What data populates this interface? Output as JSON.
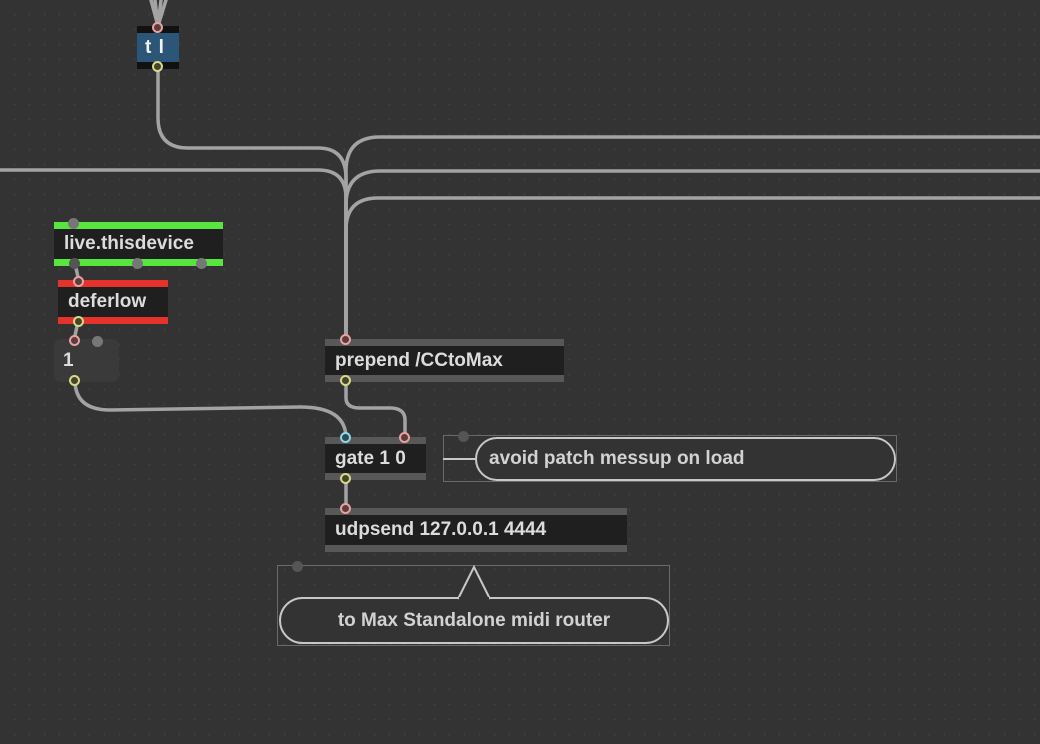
{
  "objects": {
    "trigger": "t l",
    "thisdevice": "live.thisdevice",
    "deferlow": "deferlow",
    "prepend": "prepend /CCtoMax",
    "gate": "gate 1 0",
    "udpsend": "udpsend 127.0.0.1 4444"
  },
  "messages": {
    "one": "1"
  },
  "comments": {
    "avoid": "avoid patch messup on load",
    "router": "to Max Standalone midi router"
  },
  "colors": {
    "canvas": "#333333",
    "object_body": "#1f1f1f",
    "object_border": "#585858",
    "live_green": "#57e53e",
    "defer_red": "#e5322a",
    "trigger_blue": "#2c5677",
    "patch_cord": "#a9a9a9"
  }
}
